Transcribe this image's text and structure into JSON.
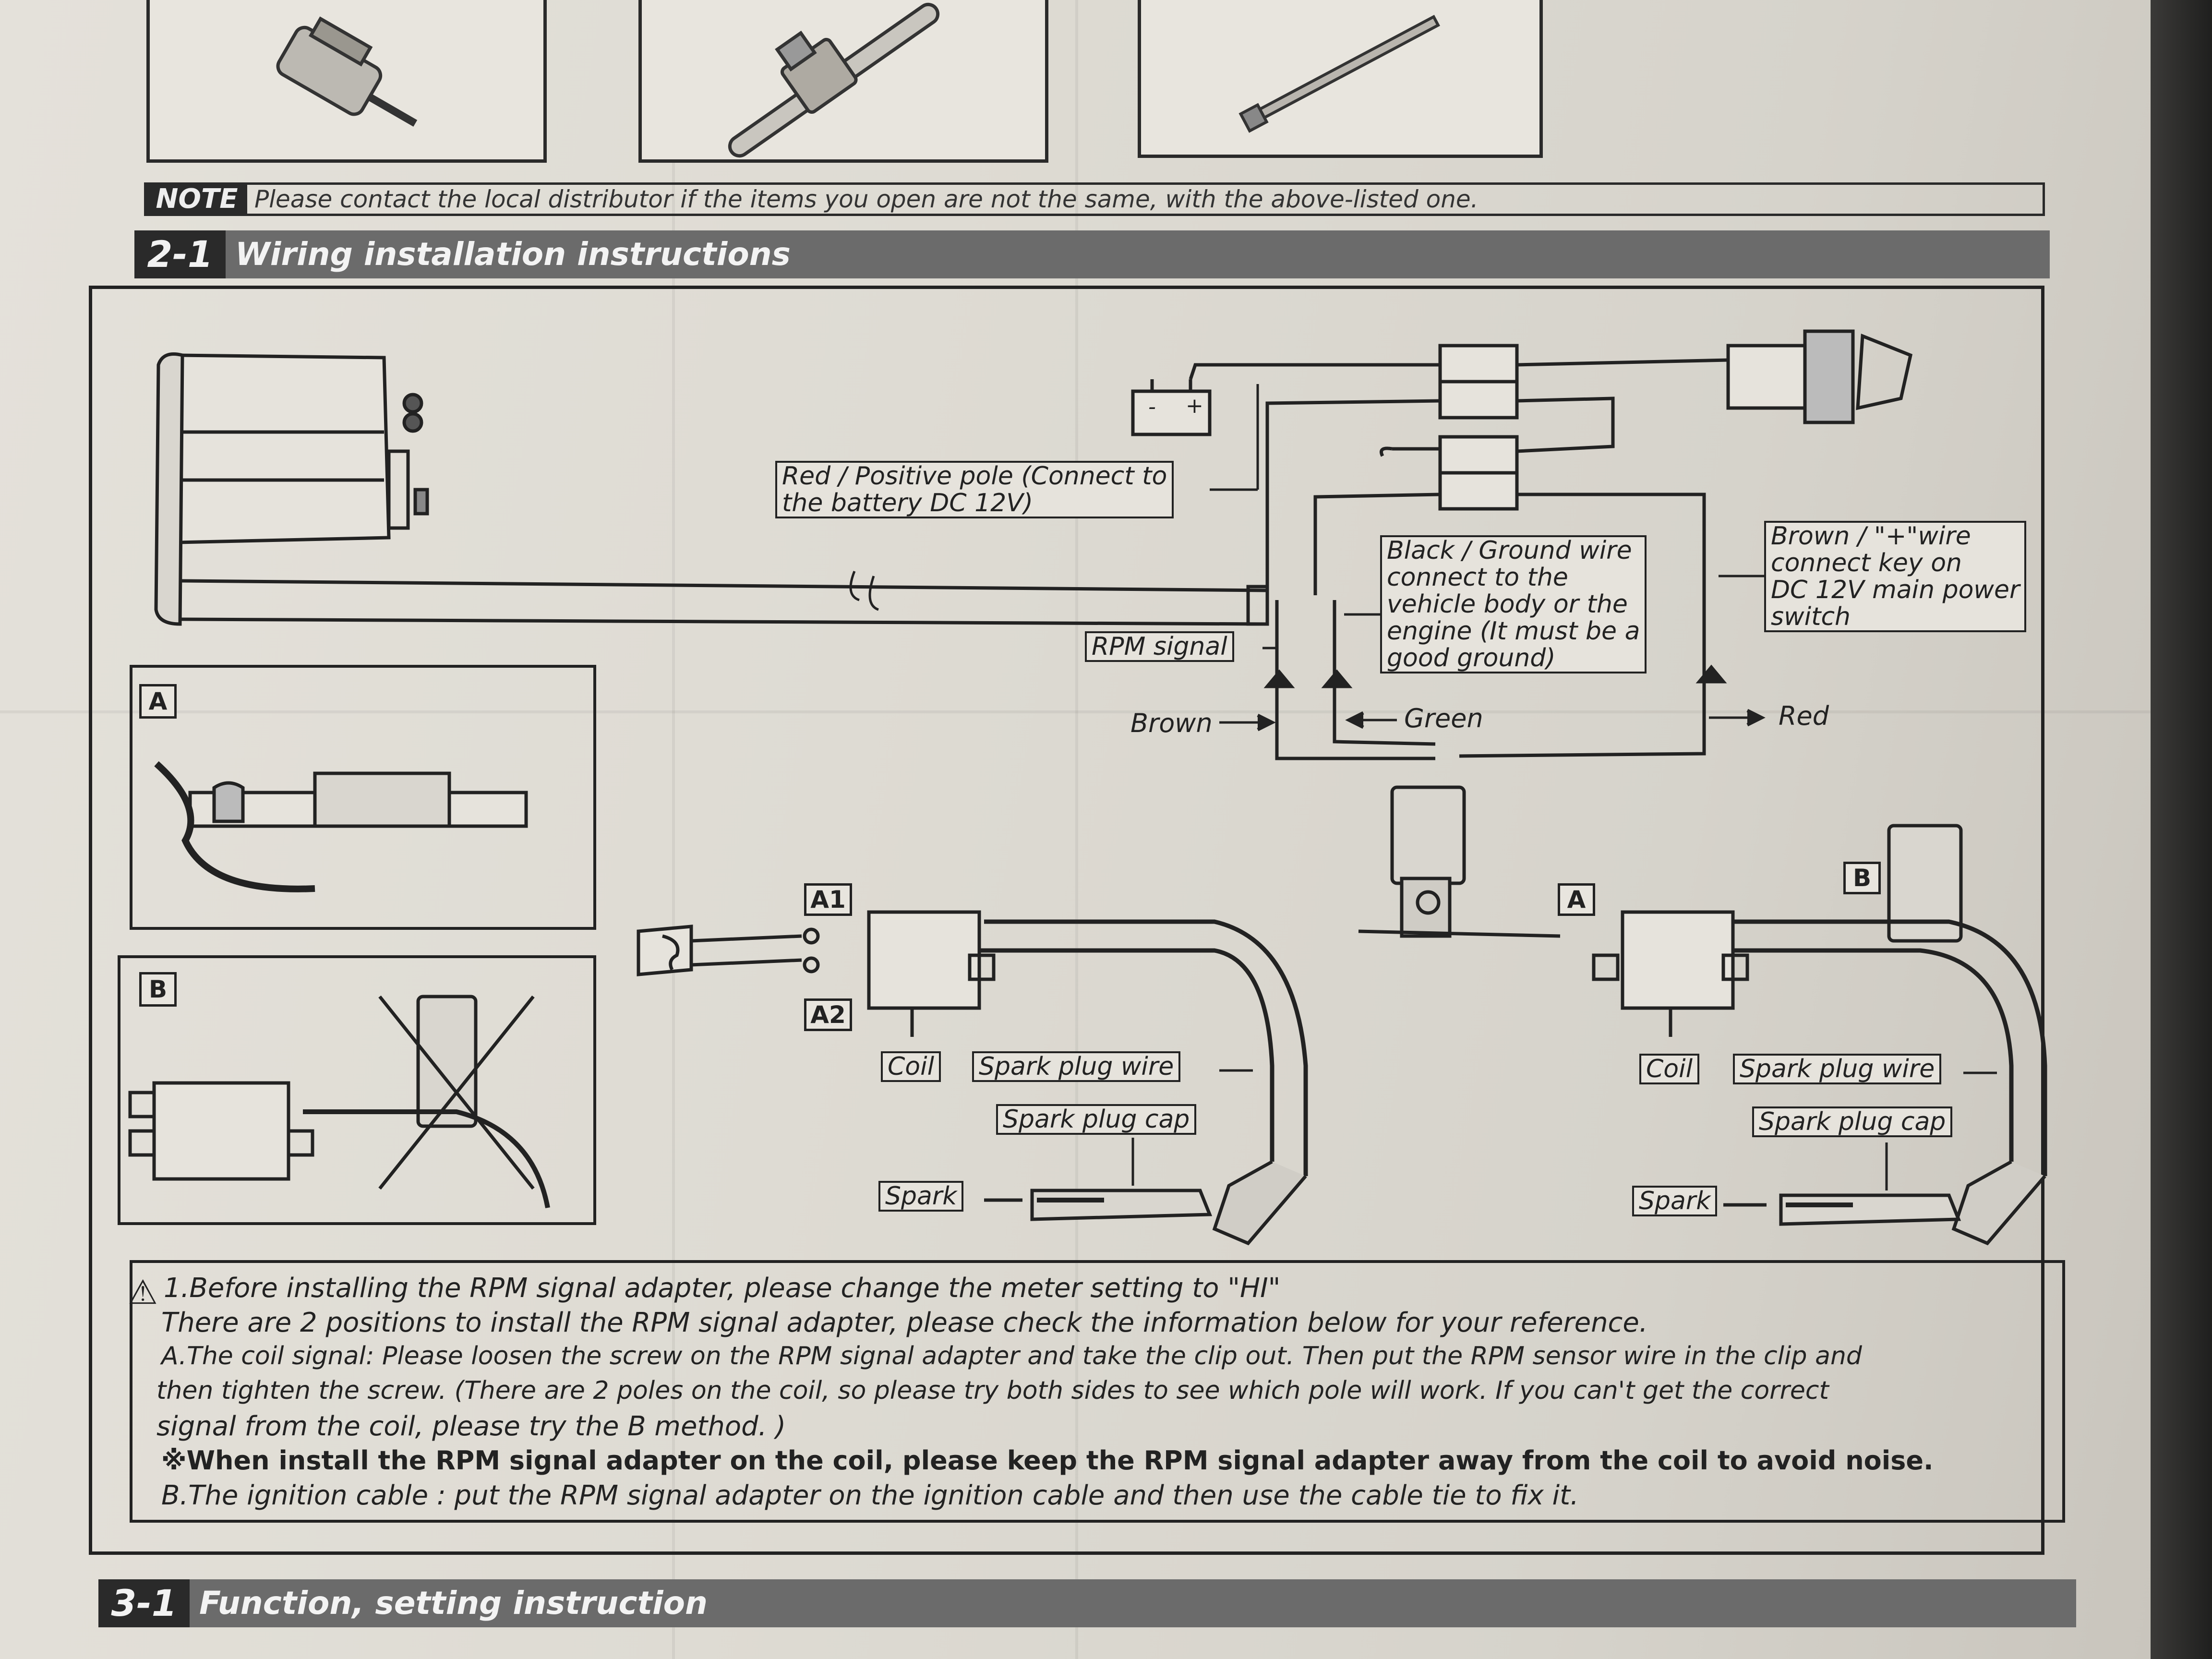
{
  "note": {
    "tag": "NOTE",
    "text": "Please contact the local distributor if the items you open are not the same, with the above-listed one."
  },
  "section_wiring": {
    "number": "2-1",
    "title": "Wiring installation instructions"
  },
  "diagram": {
    "labels": {
      "red_positive": [
        "Red / Positive pole (Connect to",
        "the battery DC 12V)"
      ],
      "black_ground": [
        "Black / Ground wire",
        "connect to the",
        "vehicle body or the",
        "engine (It must be a",
        "good ground)"
      ],
      "brown_key": [
        "Brown / \"+\"wire",
        "connect key on",
        "DC 12V main power",
        "switch"
      ],
      "rpm_signal": "RPM signal",
      "brown": "Brown",
      "green": "Green",
      "red": "Red",
      "battery_minus": "-",
      "battery_plus": "+"
    },
    "left": {
      "tag_a1": "A1",
      "tag_a2": "A2",
      "coil": "Coil",
      "spark_plug_wire": "Spark plug wire",
      "spark_plug_cap": "Spark plug cap",
      "spark": "Spark"
    },
    "right": {
      "tag_a": "A",
      "tag_b": "B",
      "coil": "Coil",
      "spark_plug_wire": "Spark plug wire",
      "spark_plug_cap": "Spark plug cap",
      "spark": "Spark"
    },
    "insets": {
      "a": "A",
      "b": "B"
    }
  },
  "instructions": [
    "1.Before installing the RPM signal adapter, please change the meter setting to \"HI\"",
    "There are 2 positions to install the RPM signal adapter, please check the information below for your reference.",
    "A.The coil signal: Please loosen the screw on the RPM signal adapter and take the clip out. Then put the RPM sensor wire in the clip and",
    "then tighten the screw. (There are 2 poles on the coil, so please try both sides to see which pole will work. If you can't get the correct",
    "signal from the coil, please try the B method. )",
    "※When install the RPM signal adapter on the coil, please keep the RPM signal adapter away from the coil to avoid noise.",
    "B.The ignition cable : put the RPM signal adapter on the ignition cable and then use the cable tie to fix it."
  ],
  "section_function": {
    "number": "3-1",
    "title": "Function, setting instruction"
  }
}
